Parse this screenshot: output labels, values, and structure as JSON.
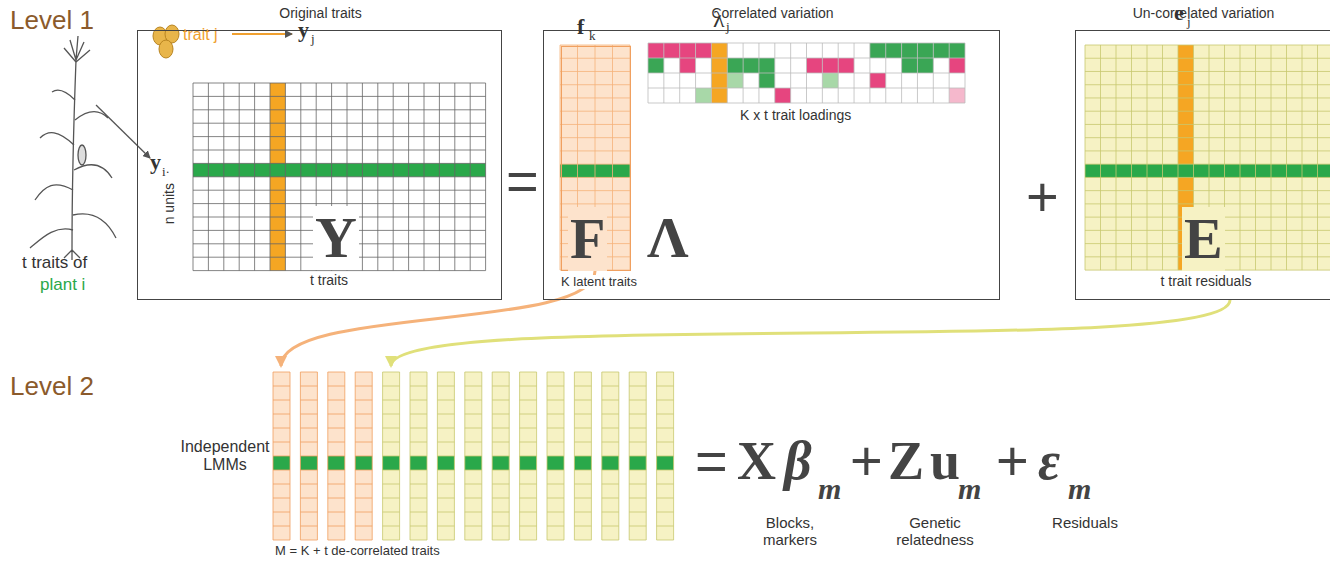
{
  "diagram": {
    "nodes": [
      {
        "text": [
          "Original traits"
        ]
      },
      {
        "text": [
          "Correlated variation"
        ]
      },
      {
        "text": [
          "f",
          "k",
          "F",
          "K latent traits"
        ],
        "in": 1
      },
      {
        "text": [
          "Un-correlated variation",
          "e",
          "j",
          "E",
          "t trait residuals"
        ]
      },
      {
        "text": [
          "M = K + t de-correlated traits"
        ]
      }
    ],
    "edges": [
      {
        "from": 2,
        "to": 4,
        "arrow": "to"
      },
      {
        "from": 3,
        "to": 4,
        "arrow": "to"
      }
    ],
    "labels": [
      "Level 1",
      "t traits of",
      "plant i",
      "trait j",
      "y",
      "j",
      "y",
      "i·",
      "n units",
      "Y",
      "t traits",
      "=",
      "λ",
      "j",
      "K x t trait loadings",
      "Λ",
      "+",
      "Level 2",
      "Independent LMMs",
      "=",
      "X",
      "β",
      "m",
      "+",
      "Z",
      "u",
      "m",
      "+",
      "ε",
      "m",
      "Blocks, markers",
      "Genetic relatedness",
      "Residuals"
    ]
  }
}
